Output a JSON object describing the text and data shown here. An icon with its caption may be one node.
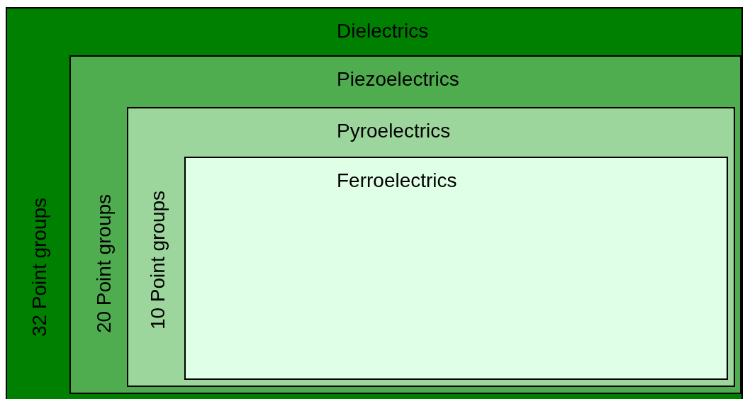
{
  "diagram": {
    "nodes": [
      {
        "text": [
          "Dielectrics",
          "32 Point groups"
        ]
      },
      {
        "text": [
          "Piezoelectrics",
          "20 Point groups"
        ],
        "in": 0
      },
      {
        "text": [
          "Pyroelectrics",
          "10 Point groups"
        ],
        "in": 1
      },
      {
        "text": [
          "Ferroelectrics"
        ],
        "in": 2
      }
    ]
  }
}
